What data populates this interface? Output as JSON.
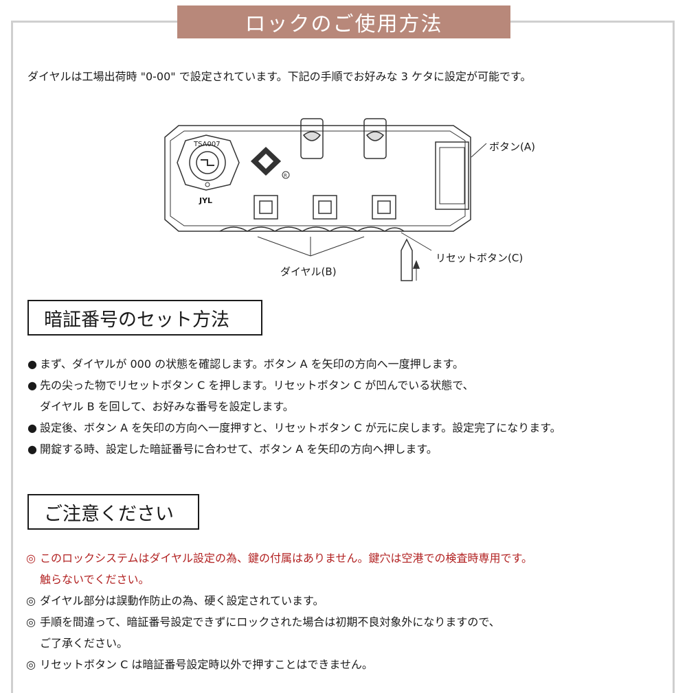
{
  "header": {
    "title": "ロックのご使用方法"
  },
  "intro": "ダイヤルは工場出荷時 \"0-00\" で設定されています。下記の手順でお好みな 3 ケタに設定が可能です。",
  "diagram": {
    "label_button_a": "ボタン(A)",
    "label_reset_c": "リセットボタン(C)",
    "label_dial_b": "ダイヤル(B)",
    "tsa_text": "TSA007",
    "brand_text": "JYL",
    "registered_mark": "R"
  },
  "section1": {
    "title": "暗証番号のセット方法",
    "bullet_mark": "●",
    "lines": [
      "まず、ダイヤルが 000 の状態を確認します。ボタン A を矢印の方向へ一度押します。",
      "先の尖った物でリセットボタン C を押します。リセットボタン C が凹んでいる状態で、",
      "ダイヤル B を回して、お好みな番号を設定します。",
      "設定後、ボタン A を矢印の方向へ一度押すと、リセットボタン C が元に戻します。設定完了になります。",
      "開錠する時、設定した暗証番号に合わせて、ボタン A を矢印の方向へ押します。"
    ]
  },
  "section2": {
    "title": "ご注意ください",
    "note_mark": "◎",
    "colors": {
      "warning": "#b22222"
    },
    "lines": [
      "このロックシステムはダイヤル設定の為、鍵の付属はありません。鍵穴は空港での検査時専用です。",
      "触らないでください。",
      "ダイヤル部分は誤動作防止の為、硬く設定されています。",
      "手順を間違って、暗証番号設定できずにロックされた場合は初期不良対象外になりますので、",
      "ご了承ください。",
      "リセットボタン C は暗証番号設定時以外で押すことはできません。"
    ]
  },
  "colors": {
    "title_bg": "#b8887a",
    "frame": "#cfcfcf"
  }
}
